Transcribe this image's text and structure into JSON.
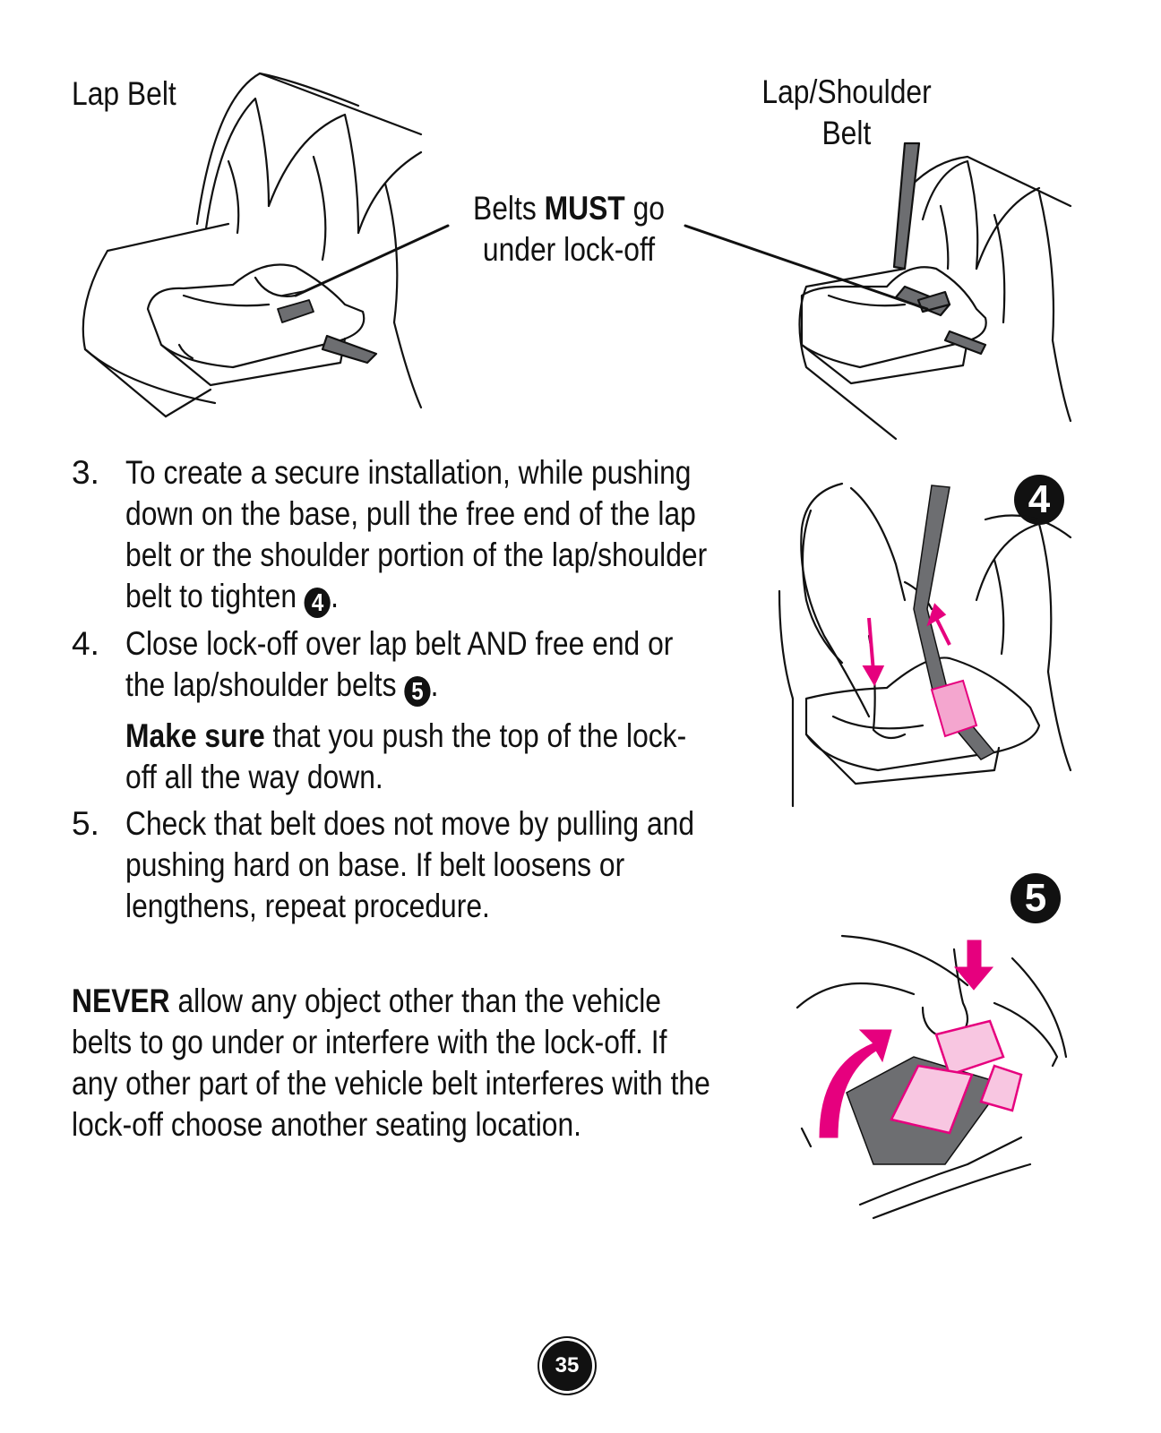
{
  "labels": {
    "lap_belt": "Lap Belt",
    "lap_shoulder_line1": "Lap/Shoulder",
    "lap_shoulder_line2": "Belt",
    "must_pre": "Belts ",
    "must_bold": "MUST",
    "must_post": " go",
    "must_line2": "under lock-off"
  },
  "steps": [
    {
      "number": "3.",
      "text": "To create a secure installation, while pushing down on the base, pull the free end of the lap belt or the shoulder portion of the lap/shoulder belt to tighten",
      "figure_ref": "4",
      "suffix": "."
    },
    {
      "number": "4.",
      "text": "Close lock-off over lap belt AND free end or the lap/shoulder belts",
      "figure_ref": "5",
      "suffix": ".",
      "note_bold": "Make sure",
      "note_text": " that you push the top of the lock-off all the way down."
    },
    {
      "number": "5.",
      "text": "Check that belt does not move by pulling and pushing hard on base. If belt loosens or lengthens, repeat procedure."
    }
  ],
  "warning": {
    "bold": "NEVER",
    "text": " allow any object other than the vehicle belts to go under or interfere with the lock-off. If any other part of the vehicle belt interferes with the lock-off choose another seating location."
  },
  "figures": {
    "fig4": "4",
    "fig5": "5"
  },
  "page_number": "35",
  "colors": {
    "accent_pink": "#e6007e",
    "belt_gray": "#6d6e71"
  }
}
